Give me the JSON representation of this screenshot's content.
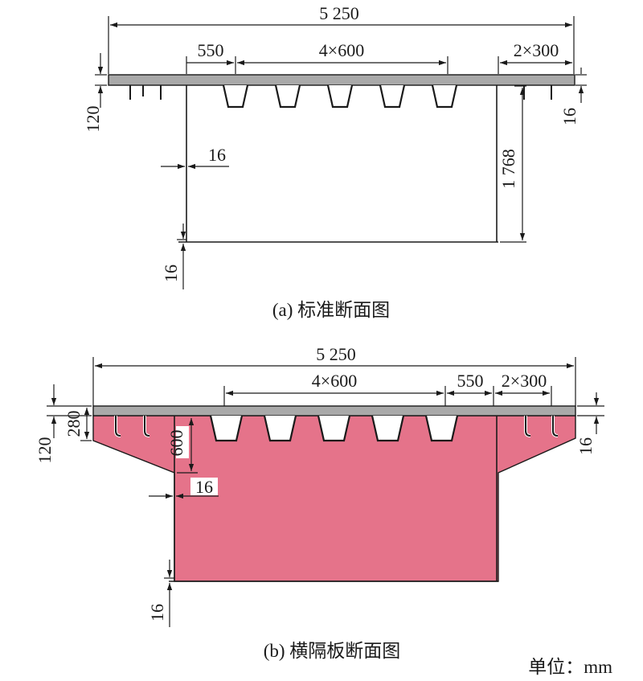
{
  "panel_a": {
    "caption": "(a) 标准断面图",
    "dims": {
      "total_width": "5 250",
      "left_overhang": "550",
      "rib_spacing": "4×600",
      "right_spacing": "2×300",
      "deck_thickness": "120",
      "right_thickness": "16",
      "web_thickness": "16",
      "bottom_thickness": "16",
      "height": "1 768"
    }
  },
  "panel_b": {
    "caption": "(b) 横隔板断面图",
    "fill_color": "#e5738a",
    "dims": {
      "total_width": "5 250",
      "rib_spacing": "4×600",
      "right_overhang": "550",
      "right_spacing": "2×300",
      "deck_thickness": "120",
      "haunch_depth": "280",
      "cutout_depth": "600",
      "web_thickness": "16",
      "right_thickness": "16",
      "bottom_thickness": "16"
    }
  },
  "unit_label": "单位：mm"
}
